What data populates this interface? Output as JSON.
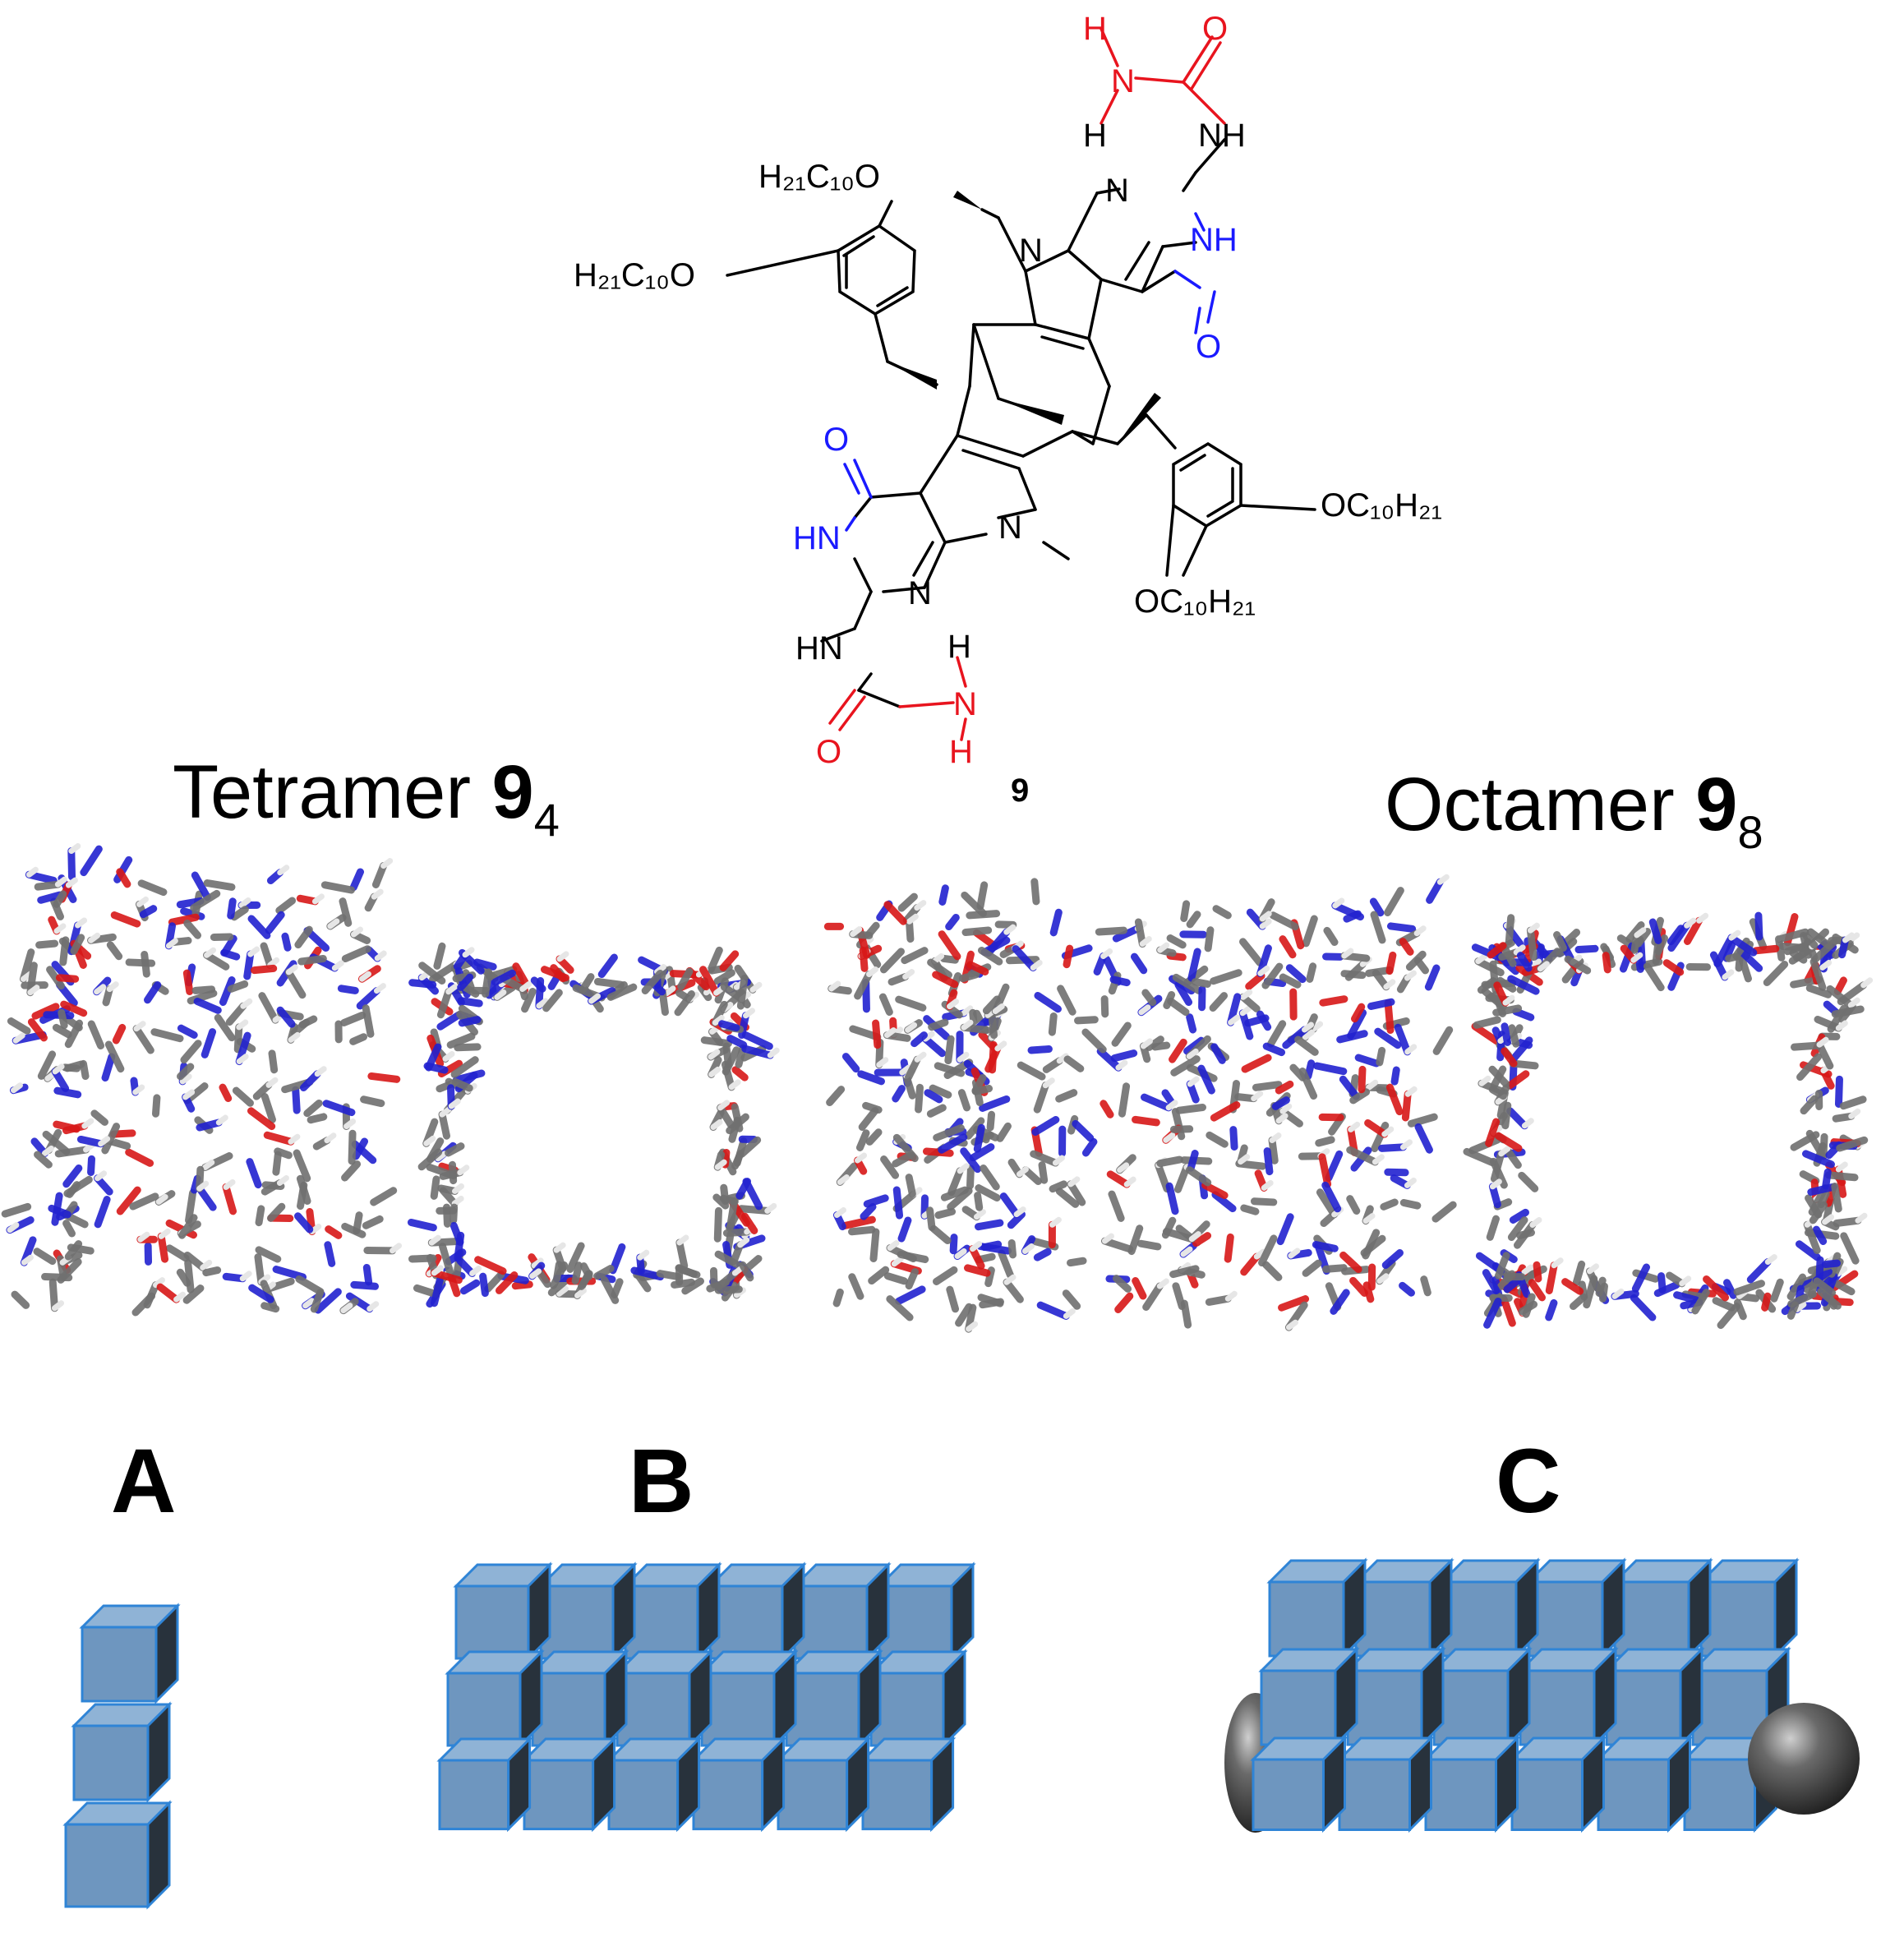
{
  "colors": {
    "black": "#000000",
    "red": "#e8141e",
    "blue": "#1a1aff",
    "tube_face": "#6e96bf",
    "tube_dark": "#28323c",
    "tube_edge": "#2f84d6",
    "stick_grey": "#707070",
    "stick_blue": "#2222d0",
    "stick_red": "#d81818"
  },
  "structure": {
    "compound_number": "9",
    "labels": {
      "alkoxy_1": "H₂₁C₁₀O",
      "alkoxy_2": "H₂₁C₁₀O",
      "alkoxy_3": "OC₁₀H₂₁",
      "alkoxy_4": "OC₁₀H₂₁",
      "n_methyl_top": "N",
      "n_methyl_bottom": "N",
      "n_ring_top": "N",
      "n_ring_bottom": "N",
      "nh_ring_top": "NH",
      "nh_ring_bottom": "HN",
      "o_ring_top": "O",
      "o_ring_bottom": "O",
      "urea_nh_top": "NH",
      "urea_nh_bottom": "HN",
      "urea_o_top": "O",
      "urea_o_bottom": "O",
      "urea_n_top": "N",
      "urea_n_bottom": "N",
      "h1_top": "H",
      "h2_top": "H",
      "h1_bottom": "H",
      "h2_bottom": "H"
    }
  },
  "models": {
    "tetramer_label": "Tetramer ",
    "tetramer_num": "9",
    "tetramer_sub": "4",
    "octamer_label": "Octamer ",
    "octamer_num": "9",
    "octamer_sub": "8"
  },
  "panels": {
    "a": "A",
    "b": "B",
    "c": "C"
  }
}
